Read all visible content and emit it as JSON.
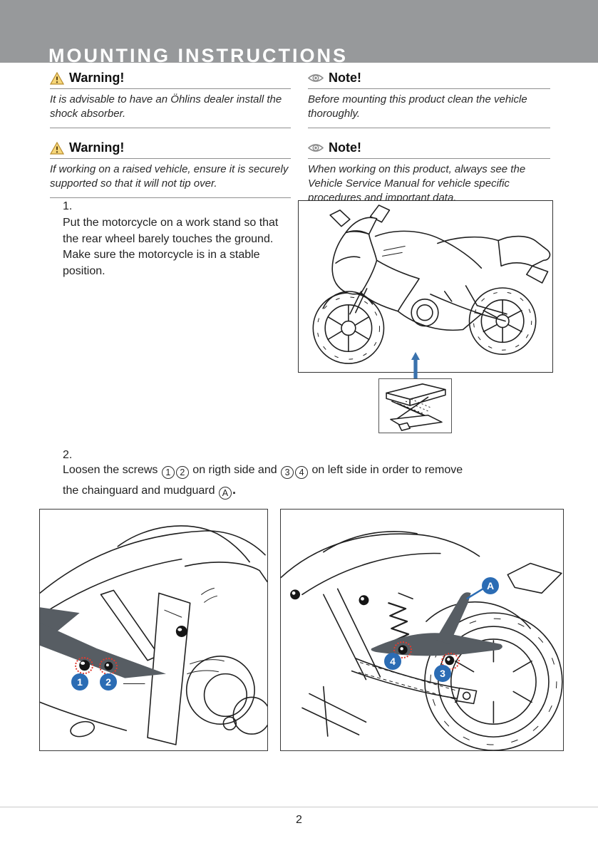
{
  "page": {
    "title": "MOUNTING INSTRUCTIONS",
    "page_number": "2"
  },
  "colors": {
    "header_gray": "#97999b",
    "accent_blue": "#2b6cb4",
    "callout_red": "#e23a2e",
    "warning_yellow": "#f6d679",
    "dark_part_fill": "#575d63"
  },
  "icons": {
    "warning": "warning-triangle-icon",
    "note": "eye-icon"
  },
  "alerts": {
    "warnings": [
      {
        "label": "Warning!",
        "text": "It is advisable to have an Öhlins dealer install the shock absorber."
      },
      {
        "label": "Warning!",
        "text": "If working on a raised vehicle, ensure it is securely supported so that it will not tip over."
      }
    ],
    "notes": [
      {
        "label": "Note!",
        "text": "Before mounting this product clean the vehicle thoroughly."
      },
      {
        "label": "Note!",
        "text": "When working on this product, always see the Vehicle Service Manual for vehicle specific procedures and important data."
      }
    ]
  },
  "steps": {
    "step1": {
      "number": "1.",
      "text": "Put the motorcycle on a work stand so that the rear wheel barely touches the ground. Make sure the motorcycle is in a stable position."
    },
    "step2": {
      "number": "2.",
      "line1": {
        "pre": "Loosen the screws ",
        "c1": "1",
        "c2": "2",
        "mid": " on rigth side and ",
        "c3": "3",
        "c4": "4",
        "post": " on left side in order to remove"
      },
      "line2": {
        "pre": "the chainguard and mudguard ",
        "ca": "A",
        "post": "."
      }
    }
  },
  "callouts": {
    "b1": "1",
    "b2": "2",
    "b3": "3",
    "b4": "4",
    "ba": "A"
  }
}
